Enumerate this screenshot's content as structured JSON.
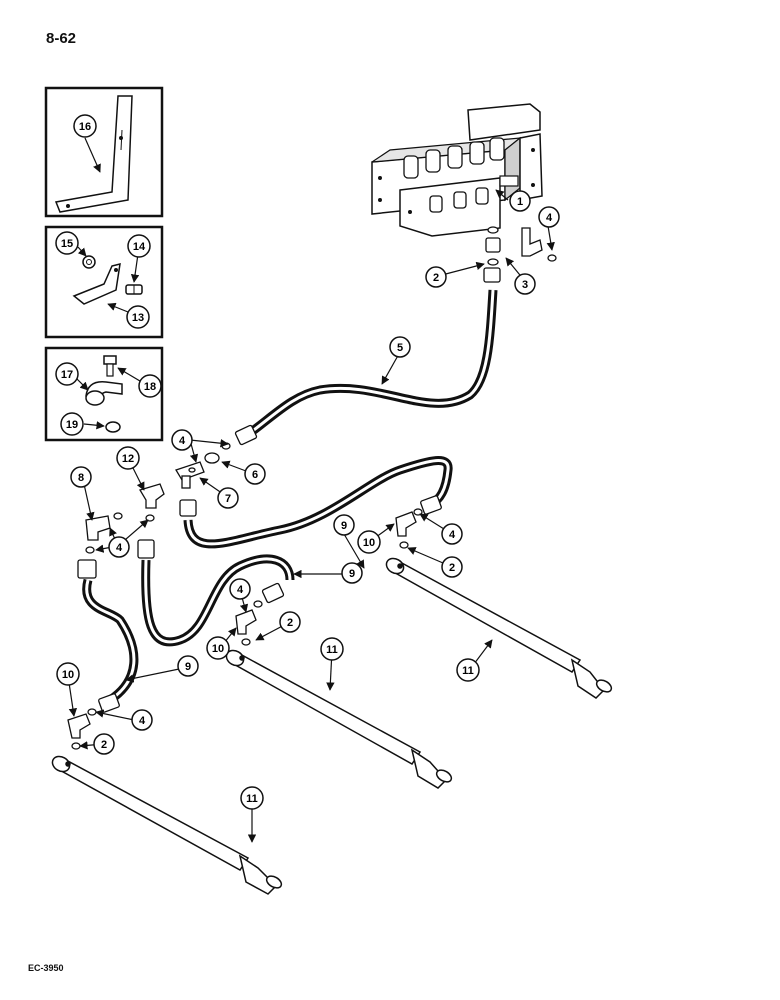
{
  "page": {
    "number": "8-62",
    "code": "EC-3950"
  },
  "colors": {
    "ink": "#111111",
    "paper": "#ffffff",
    "shade": "#d9d9d9"
  },
  "callouts": [
    {
      "id": "c1",
      "label": "1"
    },
    {
      "id": "c2a",
      "label": "2"
    },
    {
      "id": "c2b",
      "label": "2"
    },
    {
      "id": "c2c",
      "label": "2"
    },
    {
      "id": "c2d",
      "label": "2"
    },
    {
      "id": "c3",
      "label": "3"
    },
    {
      "id": "c4a",
      "label": "4"
    },
    {
      "id": "c4b",
      "label": "4"
    },
    {
      "id": "c4c",
      "label": "4"
    },
    {
      "id": "c4d",
      "label": "4"
    },
    {
      "id": "c4e",
      "label": "4"
    },
    {
      "id": "c4f",
      "label": "4"
    },
    {
      "id": "c5",
      "label": "5"
    },
    {
      "id": "c6",
      "label": "6"
    },
    {
      "id": "c7",
      "label": "7"
    },
    {
      "id": "c8",
      "label": "8"
    },
    {
      "id": "c9a",
      "label": "9"
    },
    {
      "id": "c9b",
      "label": "9"
    },
    {
      "id": "c9c",
      "label": "9"
    },
    {
      "id": "c10a",
      "label": "10"
    },
    {
      "id": "c10b",
      "label": "10"
    },
    {
      "id": "c10c",
      "label": "10"
    },
    {
      "id": "c11a",
      "label": "11"
    },
    {
      "id": "c11b",
      "label": "11"
    },
    {
      "id": "c11c",
      "label": "11"
    },
    {
      "id": "c12",
      "label": "12"
    },
    {
      "id": "c13",
      "label": "13"
    },
    {
      "id": "c14",
      "label": "14"
    },
    {
      "id": "c15",
      "label": "15"
    },
    {
      "id": "c16",
      "label": "16"
    },
    {
      "id": "c17",
      "label": "17"
    },
    {
      "id": "c18",
      "label": "18"
    },
    {
      "id": "c19",
      "label": "19"
    }
  ]
}
